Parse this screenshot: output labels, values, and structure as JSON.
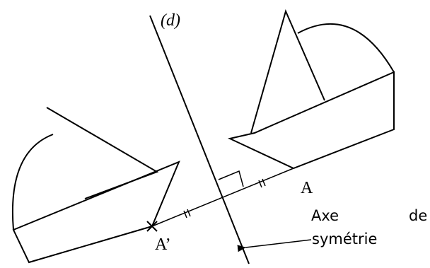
{
  "labels": {
    "axis_label": "(d)",
    "point_a": "A",
    "point_a_prime": "A’",
    "caption_line1_word1": "Axe",
    "caption_line1_word2": "de",
    "caption_line2": "symétrie"
  }
}
